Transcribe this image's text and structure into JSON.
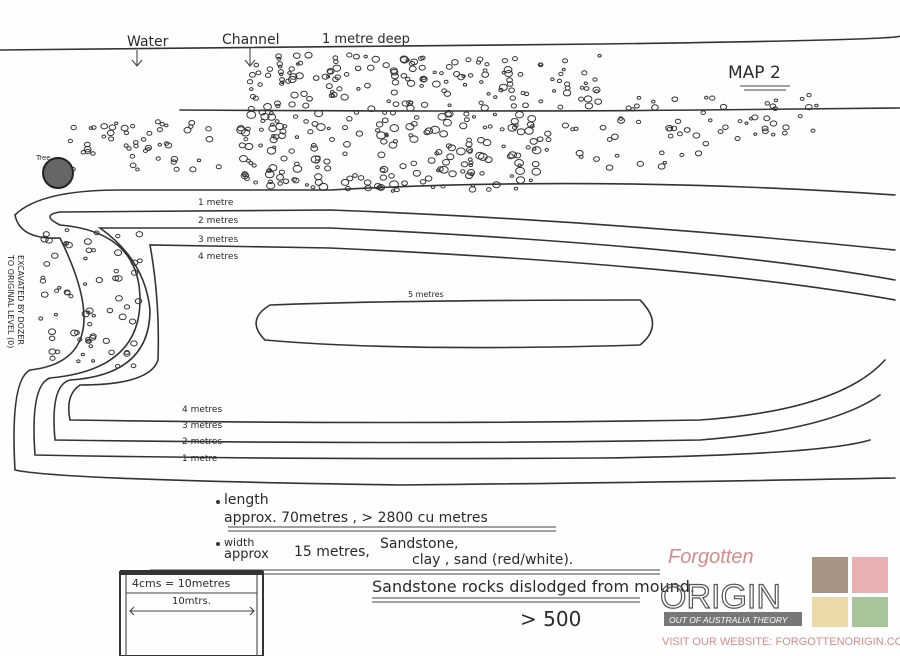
{
  "map": {
    "title": "MAP 2",
    "header_labels": {
      "water": "Water",
      "channel": "Channel",
      "depth": "1 metre deep"
    },
    "tree_label": "Tree",
    "side_note": [
      "EXCAVATED BY DOZER",
      "TO ORIGINAL LEVEL (0)"
    ],
    "contours_top": [
      "1 metre",
      "2 metres",
      "3 metres",
      "4 metres"
    ],
    "center_label": "5 metres",
    "contours_bottom": [
      "4 metres",
      "3 metres",
      "2 metres",
      "1 metre"
    ]
  },
  "notes": {
    "length_label": "length",
    "length_value": "approx. 70metres , > 2800 cu metres",
    "width_label": "width",
    "width_approx": "approx",
    "width_value": "15 metres,",
    "materials_1": "Sandstone,",
    "materials_2": "clay , sand (red/white).",
    "rocks": "Sandstone rocks dislodged from mound.",
    "rocks_count": "> 500",
    "scale": "4cms = 10metres",
    "scale_bar": "10mtrs."
  },
  "watermark": {
    "brand_top": "Forgotten",
    "brand_main": "ORIGIN",
    "tagline": "OUT OF AUSTRALIA THEORY",
    "website": "VISIT OUR WEBSITE: FORGOTTENORIGIN.COM",
    "colors": {
      "pink": "#d98a8a",
      "brown": "#a89484",
      "yellow": "#ecd9a8",
      "green": "#a9c49a",
      "dark": "#777777"
    }
  }
}
